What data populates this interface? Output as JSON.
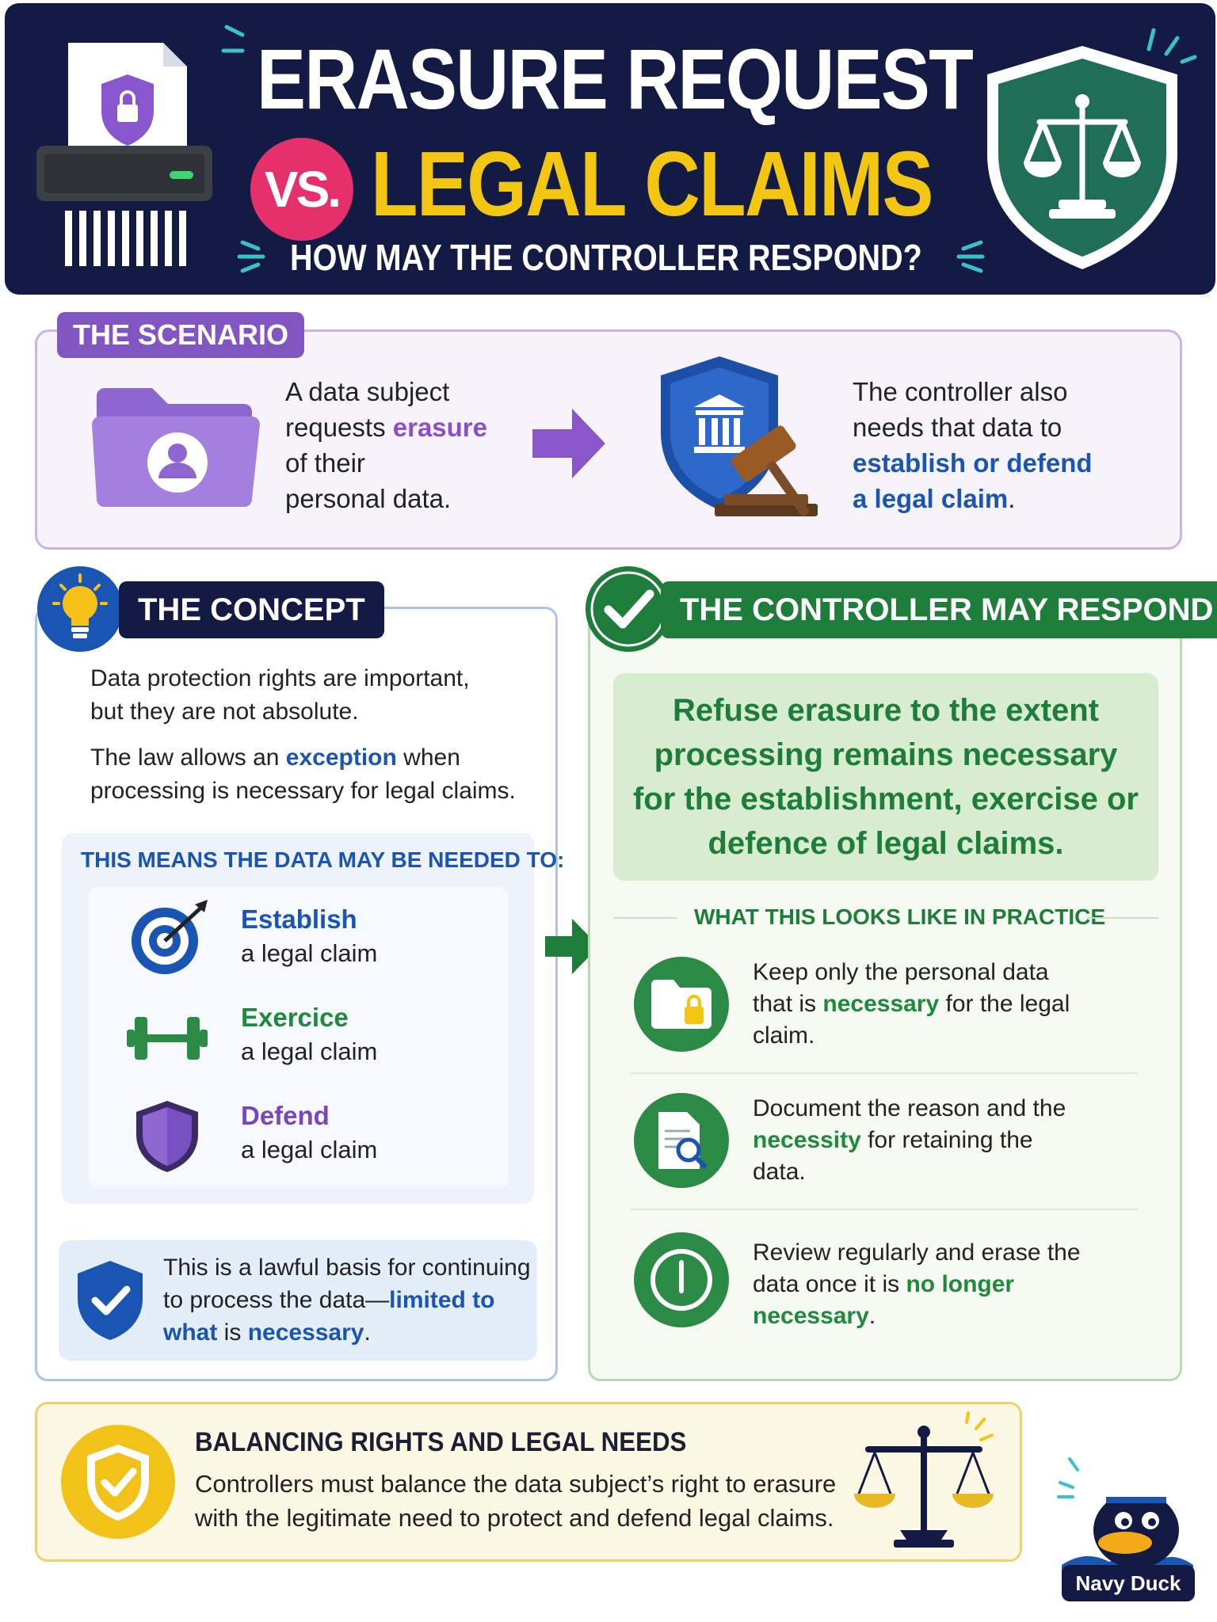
{
  "header": {
    "title_line1": "ERASURE REQUEST",
    "vs": "VS.",
    "title_line2": "LEGAL CLAIMS",
    "subtitle": "HOW MAY THE CONTROLLER RESPOND?"
  },
  "scenario": {
    "tag": "THE SCENARIO",
    "left_text_1": "A data subject",
    "left_text_2a": "requests ",
    "left_text_2b": "erasure",
    "left_text_3": "of their",
    "left_text_4": "personal data.",
    "right_text_1": "The controller also",
    "right_text_2": "needs that data to",
    "right_text_3": "establish or defend",
    "right_text_4": "a legal claim",
    "right_text_4_end": "."
  },
  "concept": {
    "tag": "THE CONCEPT",
    "para1_line1": "Data protection rights are important,",
    "para1_line2": "but they are not absolute.",
    "para2_a": "The law allows an ",
    "para2_b": "exception",
    "para2_c": " when",
    "para2_line2": "processing is necessary for legal claims.",
    "means_title": "THIS MEANS THE DATA MAY BE NEEDED TO:",
    "items": [
      {
        "head": "Establish",
        "sub": "a legal claim",
        "icon": "target-icon",
        "color": "#1b55b3"
      },
      {
        "head": "Exercice",
        "sub": "a legal claim",
        "icon": "dumbbell-icon",
        "color": "#1e8a3c"
      },
      {
        "head": "Defend",
        "sub": "a legal claim",
        "icon": "shield-icon",
        "color": "#7a45c0"
      }
    ],
    "lawful_a": "This is a lawful basis for continuing",
    "lawful_b": "to process the data—",
    "lawful_c": "limited to",
    "lawful_d": "what",
    "lawful_e": " is ",
    "lawful_f": "necessary",
    "lawful_g": "."
  },
  "controller": {
    "tag": "THE CONTROLLER MAY RESPOND",
    "refuse_text": "Refuse erasure to the extent processing remains necessary for the establishment, exercise or defence of legal claims.",
    "practice_title": "WHAT THIS LOOKS LIKE IN PRACTICE",
    "practices": [
      {
        "a": "Keep only the personal data that is ",
        "b": "necessary",
        "c": " for the legal claim.",
        "icon": "folder-lock-icon"
      },
      {
        "a": "Document the reason and the ",
        "b": "necessity",
        "c": " for retaining the data.",
        "icon": "document-search-icon"
      },
      {
        "a": "Review regularly and erase the data once it is ",
        "b": "no longer necessary",
        "c": ".",
        "icon": "clock-icon"
      }
    ]
  },
  "balance": {
    "title": "BALANCING RIGHTS AND LEGAL NEEDS",
    "text": "Controllers must balance the data subject’s right to erasure with the legitimate need to protect and defend legal claims."
  },
  "brand": {
    "name": "Navy Duck"
  },
  "colors": {
    "navy": "#131a44",
    "yellow": "#f3c614",
    "pink": "#e5306b",
    "purple": "#8256c2",
    "green": "#1e7d3a",
    "blue": "#1b55b3"
  }
}
